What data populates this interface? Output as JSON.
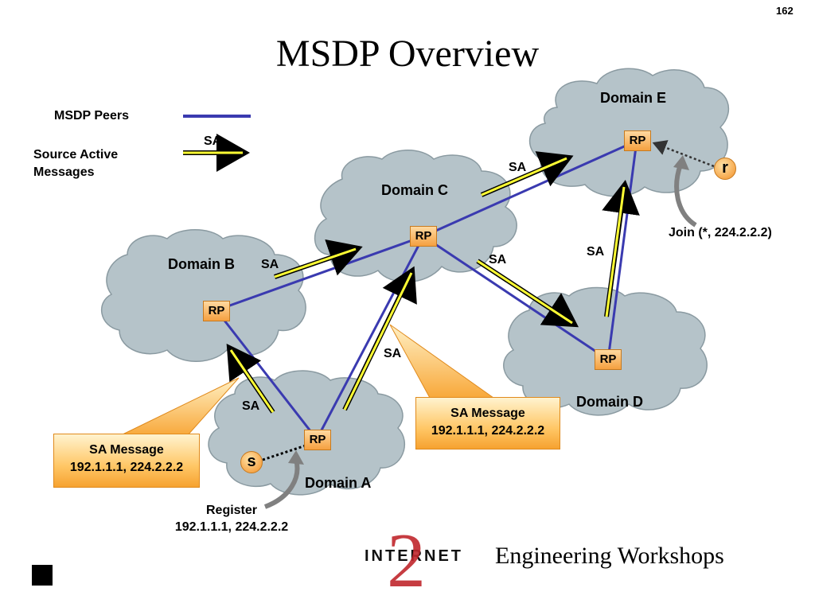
{
  "slide_number": "162",
  "title": "MSDP Overview",
  "legend": {
    "peers_label": "MSDP Peers",
    "sa_label": "SA",
    "messages_label_line1": "Source Active",
    "messages_label_line2": "Messages"
  },
  "domains": {
    "a": "Domain A",
    "b": "Domain B",
    "c": "Domain C",
    "d": "Domain D",
    "e": "Domain E"
  },
  "rp_label": "RP",
  "sa_arrow_label": "SA",
  "hosts": {
    "source": "s",
    "receiver": "r"
  },
  "join_label": "Join (*, 224.2.2.2)",
  "register": {
    "line1": "Register",
    "line2": "192.1.1.1, 224.2.2.2"
  },
  "callout_left": {
    "line1": "SA Message",
    "line2": "192.1.1.1, 224.2.2.2"
  },
  "callout_right": {
    "line1": "SA Message",
    "line2": "192.1.1.1, 224.2.2.2"
  },
  "footer": {
    "logo_text": "INTERNET",
    "logo_numeral": "2",
    "workshops": "Engineering Workshops"
  },
  "colors": {
    "cloud_fill": "#b5c3c9",
    "cloud_stroke": "#8a9aa1",
    "peer_line": "#3a3ab0",
    "sa_arrow": "#ffff33",
    "rp_fill": "#f5a040",
    "callout": "#ffb84d"
  }
}
